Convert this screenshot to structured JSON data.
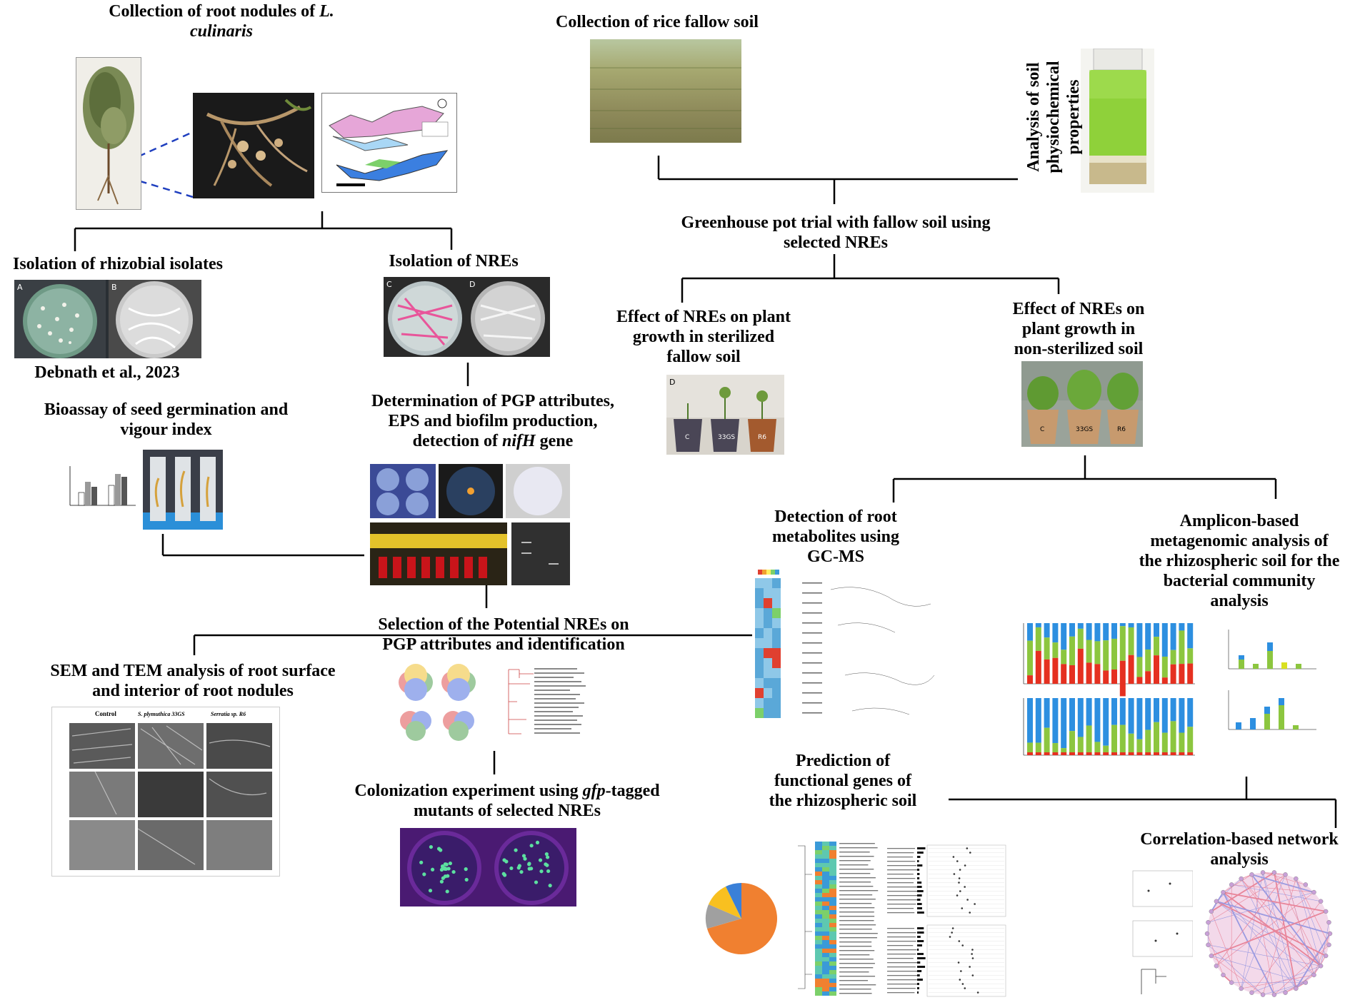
{
  "labels": {
    "collection_nodules_line1": "Collection of root nodules of ",
    "collection_nodules_italic": "L.",
    "collection_nodules_line2": "culinaris",
    "collection_soil": "Collection of rice fallow soil",
    "soil_analysis_line1": "Analysis of soil",
    "soil_analysis_line2": "physiochemical properties",
    "greenhouse_line1": "Greenhouse pot trial with fallow soil using",
    "greenhouse_line2": "selected NREs",
    "isolation_rhizobial": "Isolation of rhizobial isolates",
    "isolation_nres": "Isolation of NREs",
    "citation": "Debnath et al., 2023",
    "effect_sterilized_line1": "Effect of NREs on plant",
    "effect_sterilized_line2": "growth in sterilized",
    "effect_sterilized_line3": "fallow soil",
    "effect_nonsterilized_line1": "Effect of NREs on",
    "effect_nonsterilized_line2": "plant growth in",
    "effect_nonsterilized_line3": "non-sterilized soil",
    "bioassay_line1": "Bioassay of seed germination and",
    "bioassay_line2": "vigour index",
    "pgp_line1": "Determination of PGP attributes,",
    "pgp_line2": "EPS and biofilm production,",
    "pgp_line3a": "detection of ",
    "pgp_line3_italic": "nifH",
    "pgp_line3b": " gene",
    "root_metabolites_line1": "Detection of root",
    "root_metabolites_line2": "metabolites using",
    "root_metabolites_line3": "GC-MS",
    "amplicon_line1": "Amplicon-based",
    "amplicon_line2": "metagenomic analysis of",
    "amplicon_line3": "the rhizospheric soil for the",
    "amplicon_line4": "bacterial community",
    "amplicon_line5": "analysis",
    "selection_line1": "Selection of the Potential NREs on",
    "selection_line2": "PGP attributes and identification",
    "sem_line1": "SEM and TEM analysis of root surface",
    "sem_line2": "and interior of root nodules",
    "colonization_line1a": "Colonization experiment using ",
    "colonization_line1_italic": "gfp",
    "colonization_line1b": "-tagged",
    "colonization_line2": "mutants of selected NREs",
    "functional_line1": "Prediction of",
    "functional_line2": "functional genes of",
    "functional_line3": "the rhizospheric soil",
    "network_line1": "Correlation-based network",
    "network_line2": "analysis"
  },
  "panel_text": {
    "plate_a": "A",
    "plate_b": "B",
    "plate_c": "C",
    "plate_d": "D",
    "pot_d": "D",
    "pot_c": "C",
    "pot_33gs": "33GS",
    "pot_r6": "R6",
    "sem_col_control": "Control",
    "sem_col_33gs": "S. plymuthica 33GS",
    "sem_col_r6": "Serratia sp. R6"
  },
  "colors": {
    "line": "#000000",
    "connector_dashed": "#1f3fbf",
    "plate_pink": "#e8559a",
    "gfp_green": "#5ce0a0",
    "bar_red": "#e53020",
    "bar_green": "#8cc63f",
    "bar_blue": "#2d8fe0"
  }
}
